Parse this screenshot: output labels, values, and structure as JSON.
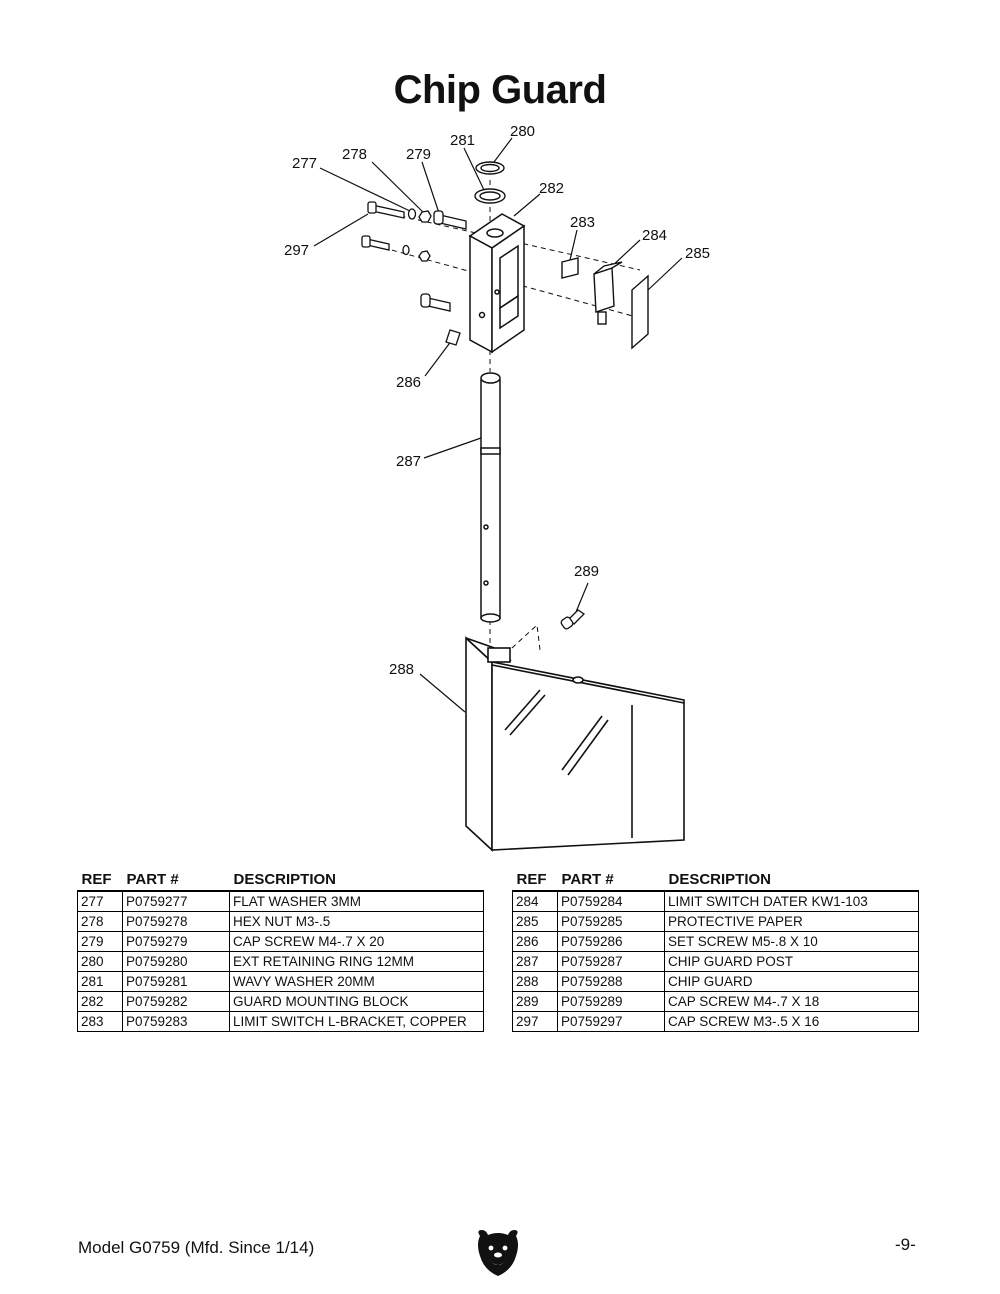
{
  "page_title": "Chip Guard",
  "callouts": {
    "c277": "277",
    "c278": "278",
    "c279": "279",
    "c280": "280",
    "c281": "281",
    "c282": "282",
    "c283": "283",
    "c284": "284",
    "c285": "285",
    "c286": "286",
    "c287": "287",
    "c288": "288",
    "c289": "289",
    "c297": "297"
  },
  "table_headers": {
    "ref": "REF",
    "part": "PART #",
    "description": "DESCRIPTION"
  },
  "parts_left": [
    {
      "ref": "277",
      "part": "P0759277",
      "description": "FLAT WASHER 3MM"
    },
    {
      "ref": "278",
      "part": "P0759278",
      "description": "HEX NUT M3-.5"
    },
    {
      "ref": "279",
      "part": "P0759279",
      "description": "CAP SCREW M4-.7 X 20"
    },
    {
      "ref": "280",
      "part": "P0759280",
      "description": "EXT RETAINING RING 12MM"
    },
    {
      "ref": "281",
      "part": "P0759281",
      "description": "WAVY WASHER 20MM"
    },
    {
      "ref": "282",
      "part": "P0759282",
      "description": "GUARD MOUNTING BLOCK"
    },
    {
      "ref": "283",
      "part": "P0759283",
      "description": "LIMIT SWITCH L-BRACKET, COPPER"
    }
  ],
  "parts_right": [
    {
      "ref": "284",
      "part": "P0759284",
      "description": "LIMIT SWITCH DATER KW1-103"
    },
    {
      "ref": "285",
      "part": "P0759285",
      "description": "PROTECTIVE PAPER"
    },
    {
      "ref": "286",
      "part": "P0759286",
      "description": "SET SCREW M5-.8 X 10"
    },
    {
      "ref": "287",
      "part": "P0759287",
      "description": "CHIP GUARD POST"
    },
    {
      "ref": "288",
      "part": "P0759288",
      "description": "CHIP GUARD"
    },
    {
      "ref": "289",
      "part": "P0759289",
      "description": "CAP SCREW M4-.7 X 18"
    },
    {
      "ref": "297",
      "part": "P0759297",
      "description": "CAP SCREW M3-.5 X 16"
    }
  ],
  "footer": {
    "model": "Model G0759 (Mfd. Since 1/14)",
    "page_number": "-9-"
  },
  "icons": {
    "logo": "bear-head-logo-icon"
  }
}
